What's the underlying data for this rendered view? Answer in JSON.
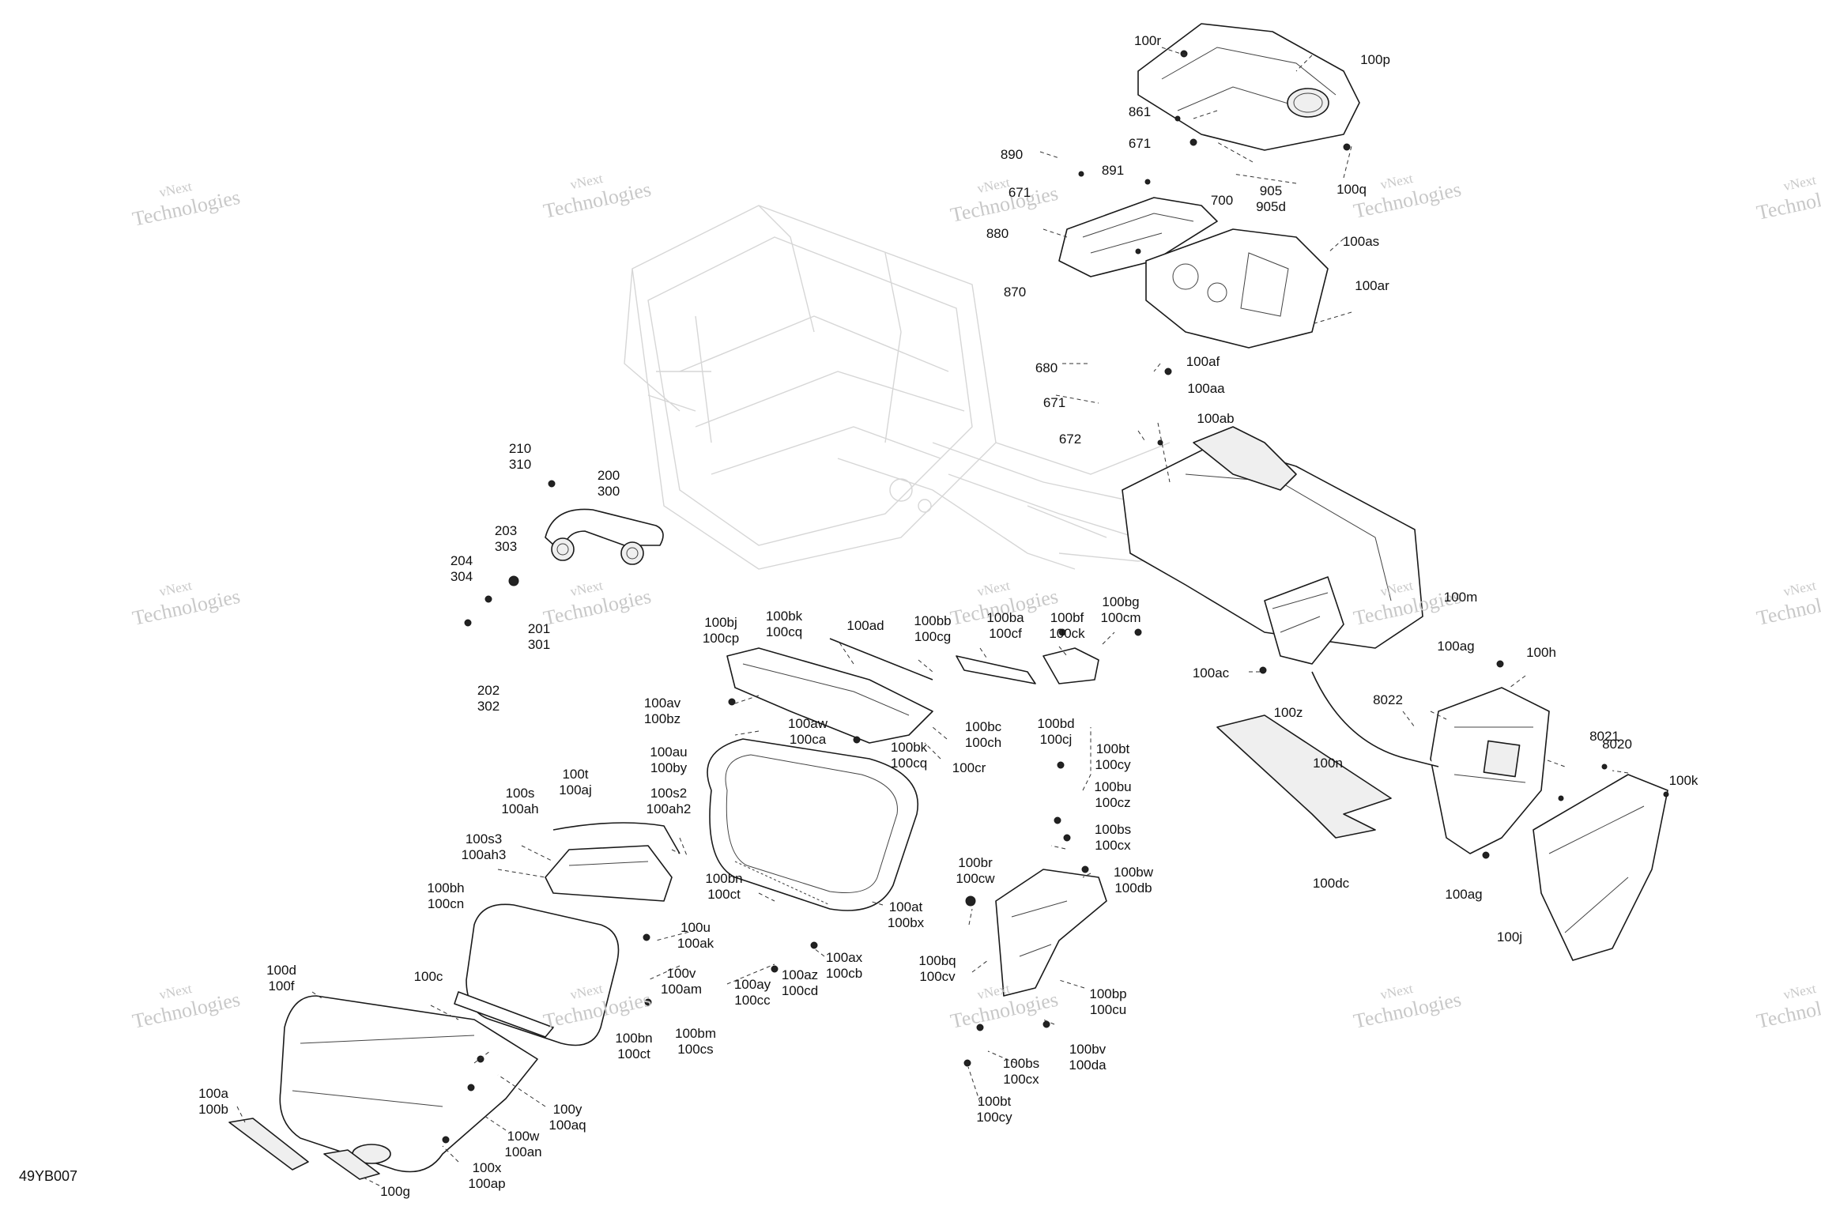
{
  "diagram_id": "49YB007",
  "watermark": {
    "line1": "vNext",
    "line2": "Technologies"
  },
  "callouts": [
    {
      "id": "100r",
      "text": [
        "100r"
      ]
    },
    {
      "id": "100p",
      "text": [
        "100p"
      ]
    },
    {
      "id": "861",
      "text": [
        "861"
      ]
    },
    {
      "id": "671a",
      "text": [
        "671"
      ]
    },
    {
      "id": "890",
      "text": [
        "890"
      ]
    },
    {
      "id": "891",
      "text": [
        "891"
      ]
    },
    {
      "id": "905",
      "text": [
        "905",
        "905d"
      ]
    },
    {
      "id": "700",
      "text": [
        "700"
      ]
    },
    {
      "id": "100q",
      "text": [
        "100q"
      ]
    },
    {
      "id": "671b",
      "text": [
        "671"
      ]
    },
    {
      "id": "880",
      "text": [
        "880"
      ]
    },
    {
      "id": "870",
      "text": [
        "870"
      ]
    },
    {
      "id": "100as",
      "text": [
        "100as"
      ]
    },
    {
      "id": "100ar",
      "text": [
        "100ar"
      ]
    },
    {
      "id": "680",
      "text": [
        "680"
      ]
    },
    {
      "id": "100af",
      "text": [
        "100af"
      ]
    },
    {
      "id": "100aa",
      "text": [
        "100aa"
      ]
    },
    {
      "id": "671c",
      "text": [
        "671"
      ]
    },
    {
      "id": "100ab",
      "text": [
        "100ab"
      ]
    },
    {
      "id": "672",
      "text": [
        "672"
      ]
    },
    {
      "id": "210",
      "text": [
        "210",
        "310"
      ]
    },
    {
      "id": "200",
      "text": [
        "200",
        "300"
      ]
    },
    {
      "id": "203",
      "text": [
        "203",
        "303"
      ]
    },
    {
      "id": "204",
      "text": [
        "204",
        "304"
      ]
    },
    {
      "id": "201",
      "text": [
        "201",
        "301"
      ]
    },
    {
      "id": "202",
      "text": [
        "202",
        "302"
      ]
    },
    {
      "id": "100bj",
      "text": [
        "100bj",
        "100cp"
      ]
    },
    {
      "id": "100bk",
      "text": [
        "100bk",
        "100cq"
      ]
    },
    {
      "id": "100ad",
      "text": [
        "100ad"
      ]
    },
    {
      "id": "100bb",
      "text": [
        "100bb",
        "100cg"
      ]
    },
    {
      "id": "100ba",
      "text": [
        "100ba",
        "100cf"
      ]
    },
    {
      "id": "100bf",
      "text": [
        "100bf",
        "100ck"
      ]
    },
    {
      "id": "100bg",
      "text": [
        "100bg",
        "100cm"
      ]
    },
    {
      "id": "100m",
      "text": [
        "100m"
      ]
    },
    {
      "id": "100av",
      "text": [
        "100av",
        "100bz"
      ]
    },
    {
      "id": "100aw",
      "text": [
        "100aw",
        "100ca"
      ]
    },
    {
      "id": "100bc",
      "text": [
        "100bc",
        "100ch"
      ]
    },
    {
      "id": "100bd",
      "text": [
        "100bd",
        "100cj"
      ]
    },
    {
      "id": "100ac",
      "text": [
        "100ac"
      ]
    },
    {
      "id": "100z",
      "text": [
        "100z"
      ]
    },
    {
      "id": "100ag1",
      "text": [
        "100ag"
      ]
    },
    {
      "id": "100h",
      "text": [
        "100h"
      ]
    },
    {
      "id": "8022",
      "text": [
        "8022"
      ]
    },
    {
      "id": "100au",
      "text": [
        "100au",
        "100by"
      ]
    },
    {
      "id": "100bk2",
      "text": [
        "100bk",
        "100cq"
      ]
    },
    {
      "id": "100cr",
      "text": [
        "100cr"
      ]
    },
    {
      "id": "100bt",
      "text": [
        "100bt",
        "100cy"
      ]
    },
    {
      "id": "100n",
      "text": [
        "100n"
      ]
    },
    {
      "id": "8021",
      "text": [
        "8021"
      ]
    },
    {
      "id": "8020",
      "text": [
        "8020"
      ]
    },
    {
      "id": "100k",
      "text": [
        "100k"
      ]
    },
    {
      "id": "100t",
      "text": [
        "100t",
        "100aj"
      ]
    },
    {
      "id": "100s",
      "text": [
        "100s",
        "100ah"
      ]
    },
    {
      "id": "100s2",
      "text": [
        "100s2",
        "100ah2"
      ]
    },
    {
      "id": "100bu",
      "text": [
        "100bu",
        "100cz"
      ]
    },
    {
      "id": "100s3",
      "text": [
        "100s3",
        "100ah3"
      ]
    },
    {
      "id": "100bs",
      "text": [
        "100bs",
        "100cx"
      ]
    },
    {
      "id": "100dc",
      "text": [
        "100dc"
      ]
    },
    {
      "id": "100bw",
      "text": [
        "100bw",
        "100db"
      ]
    },
    {
      "id": "100bh",
      "text": [
        "100bh",
        "100cn"
      ]
    },
    {
      "id": "100bn",
      "text": [
        "100bn",
        "100ct"
      ]
    },
    {
      "id": "100br",
      "text": [
        "100br",
        "100cw"
      ]
    },
    {
      "id": "100at",
      "text": [
        "100at",
        "100bx"
      ]
    },
    {
      "id": "100ag2",
      "text": [
        "100ag"
      ]
    },
    {
      "id": "100u",
      "text": [
        "100u",
        "100ak"
      ]
    },
    {
      "id": "100ax",
      "text": [
        "100ax",
        "100cb"
      ]
    },
    {
      "id": "100bq",
      "text": [
        "100bq",
        "100cv"
      ]
    },
    {
      "id": "100j",
      "text": [
        "100j"
      ]
    },
    {
      "id": "100d",
      "text": [
        "100d",
        "100f"
      ]
    },
    {
      "id": "100v",
      "text": [
        "100v",
        "100am"
      ]
    },
    {
      "id": "100ay",
      "text": [
        "100ay",
        "100cc"
      ]
    },
    {
      "id": "100az",
      "text": [
        "100az",
        "100cd"
      ]
    },
    {
      "id": "100c",
      "text": [
        "100c"
      ]
    },
    {
      "id": "100bp",
      "text": [
        "100bp",
        "100cu"
      ]
    },
    {
      "id": "100bn2",
      "text": [
        "100bn",
        "100ct"
      ]
    },
    {
      "id": "100bm",
      "text": [
        "100bm",
        "100cs"
      ]
    },
    {
      "id": "100bv",
      "text": [
        "100bv",
        "100da"
      ]
    },
    {
      "id": "100bs2",
      "text": [
        "100bs",
        "100cx"
      ]
    },
    {
      "id": "100bt2",
      "text": [
        "100bt",
        "100cy"
      ]
    },
    {
      "id": "100a",
      "text": [
        "100a",
        "100b"
      ]
    },
    {
      "id": "100y",
      "text": [
        "100y",
        "100aq"
      ]
    },
    {
      "id": "100w",
      "text": [
        "100w",
        "100an"
      ]
    },
    {
      "id": "100x",
      "text": [
        "100x",
        "100ap"
      ]
    },
    {
      "id": "100g",
      "text": [
        "100g"
      ]
    }
  ]
}
